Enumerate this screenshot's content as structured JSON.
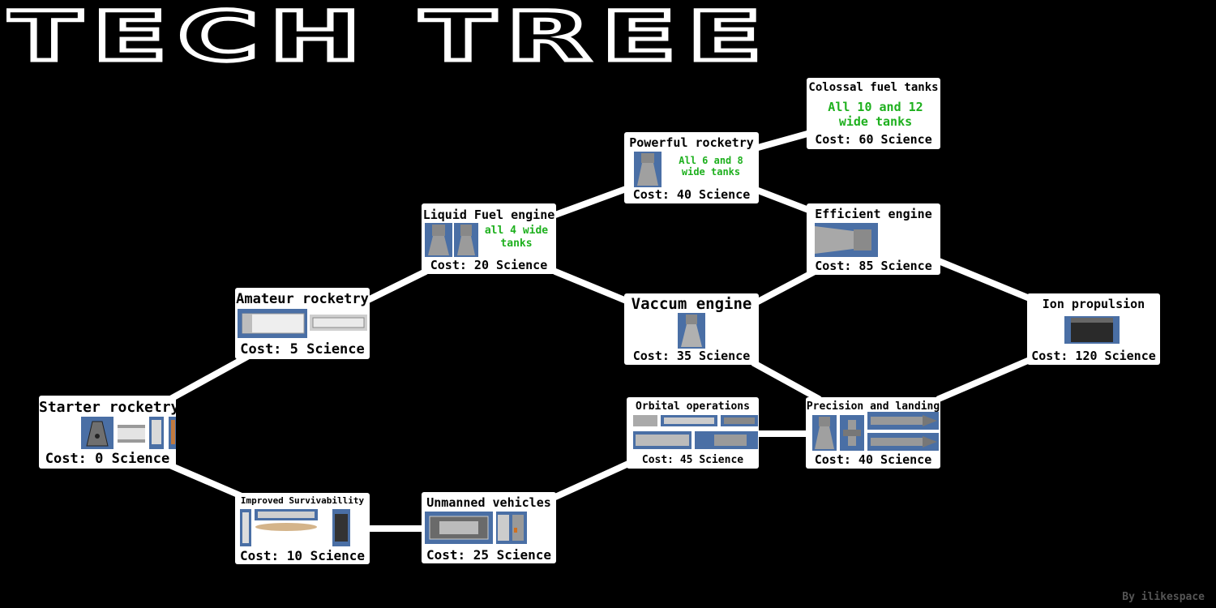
{
  "title": "TECH TREE",
  "credit": "By ilikespace",
  "colors": {
    "background": "#000000",
    "node": "#ffffff",
    "link": "#ffffff",
    "description": "#1eb01e",
    "part_bg": "#4a6fa5"
  },
  "nodes": {
    "starter": {
      "title": "Starter rocketry",
      "cost": "Cost: 0 Science"
    },
    "amateur": {
      "title": "Amateur rocketry",
      "cost": "Cost: 5 Science"
    },
    "improved": {
      "title": "Improved Survivabillity",
      "cost": "Cost: 10 Science"
    },
    "liquid": {
      "title": "Liquid Fuel engine",
      "desc": "all 4 wide tanks",
      "cost": "Cost: 20 Science"
    },
    "unmanned": {
      "title": "Unmanned vehicles",
      "cost": "Cost: 25 Science"
    },
    "powerful": {
      "title": "Powerful rocketry",
      "desc": "All 6 and 8 wide tanks",
      "cost": "Cost: 40 Science"
    },
    "vaccum": {
      "title": "Vaccum engine",
      "cost": "Cost: 35 Science"
    },
    "orbital": {
      "title": "Orbital operations",
      "cost": "Cost: 45 Science"
    },
    "colossal": {
      "title": "Colossal fuel tanks",
      "desc": "All 10 and 12 wide tanks",
      "cost": "Cost: 60 Science"
    },
    "efficient": {
      "title": "Efficient engine",
      "cost": "Cost: 85 Science"
    },
    "precision": {
      "title": "Precision and landing",
      "cost": "Cost: 40 Science"
    },
    "ion": {
      "title": "Ion propulsion",
      "cost": "Cost: 120 Science"
    }
  }
}
